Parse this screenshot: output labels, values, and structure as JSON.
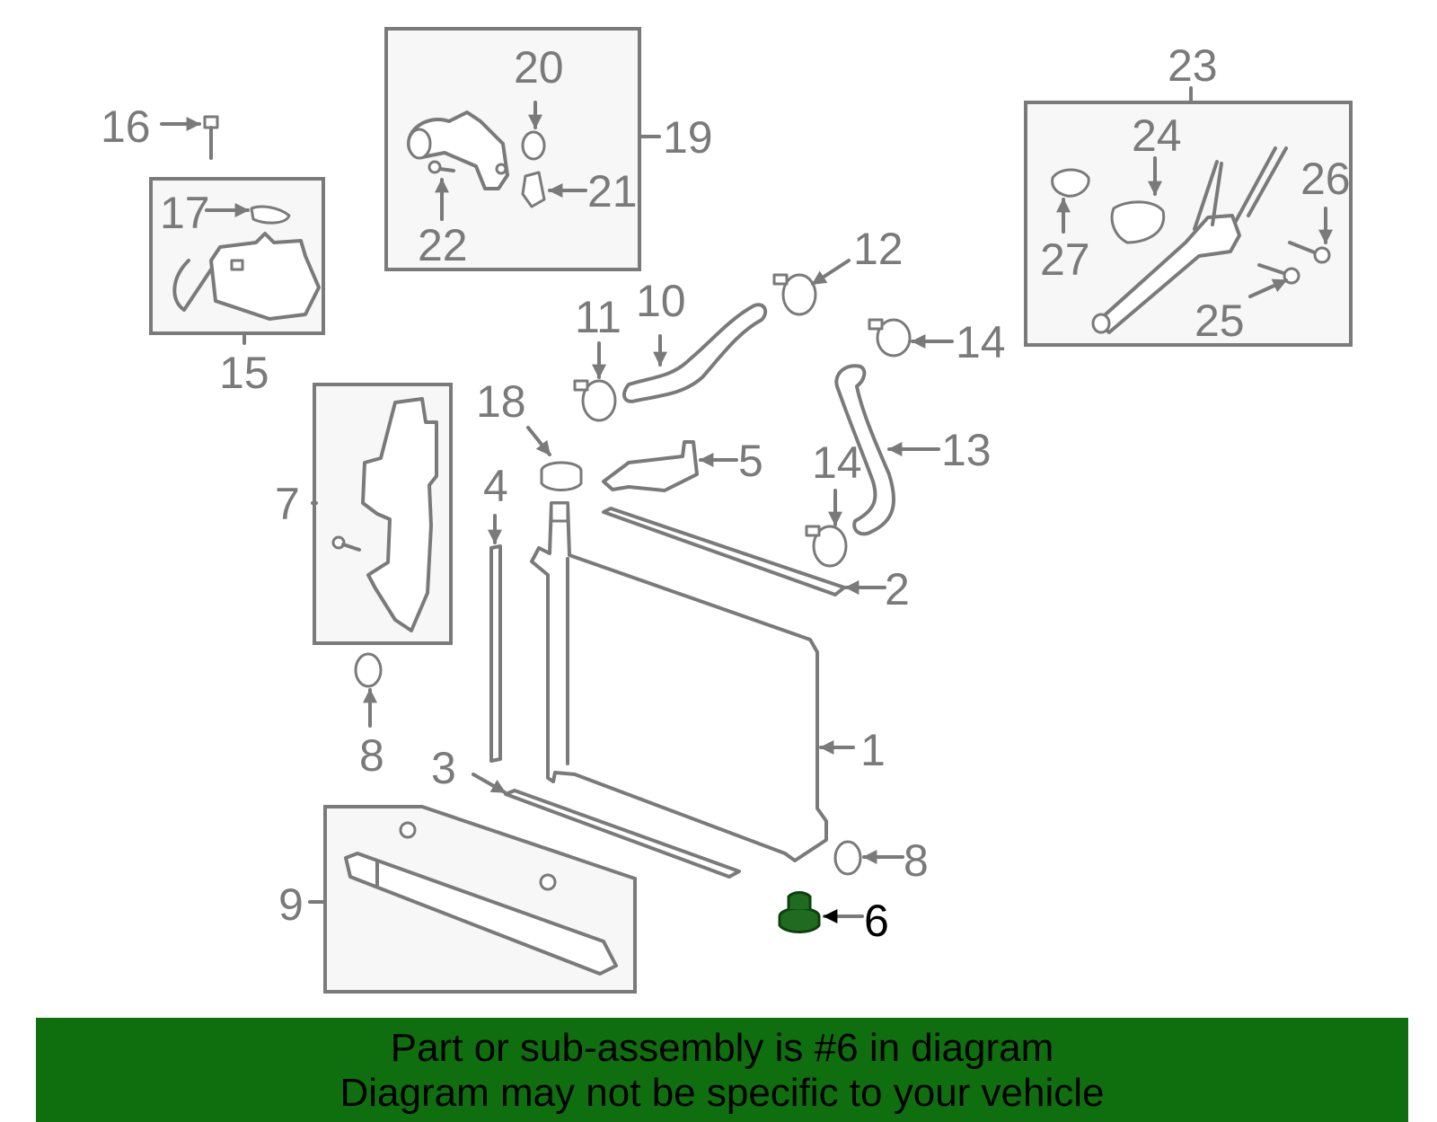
{
  "diagram": {
    "callouts": {
      "c1": "1",
      "c2": "2",
      "c3": "3",
      "c4": "4",
      "c5": "5",
      "c6": "6",
      "c7": "7",
      "c8a": "8",
      "c8b": "8",
      "c9": "9",
      "c10": "10",
      "c11": "11",
      "c12": "12",
      "c13": "13",
      "c14a": "14",
      "c14b": "14",
      "c15": "15",
      "c16": "16",
      "c17": "17",
      "c18": "18",
      "c19": "19",
      "c20": "20",
      "c21": "21",
      "c22": "22",
      "c23": "23",
      "c24": "24",
      "c25": "25",
      "c26": "26",
      "c27": "27"
    },
    "highlighted_part": "6",
    "colors": {
      "line_gray": "#7a7a7a",
      "box_fill": "#f7f7f7",
      "highlight_green": "#1f6b1f",
      "banner_green": "#0f6f0f"
    }
  },
  "banner": {
    "line1": "Part or sub-assembly is #6 in diagram",
    "line2": "Diagram may not be specific to your vehicle"
  }
}
